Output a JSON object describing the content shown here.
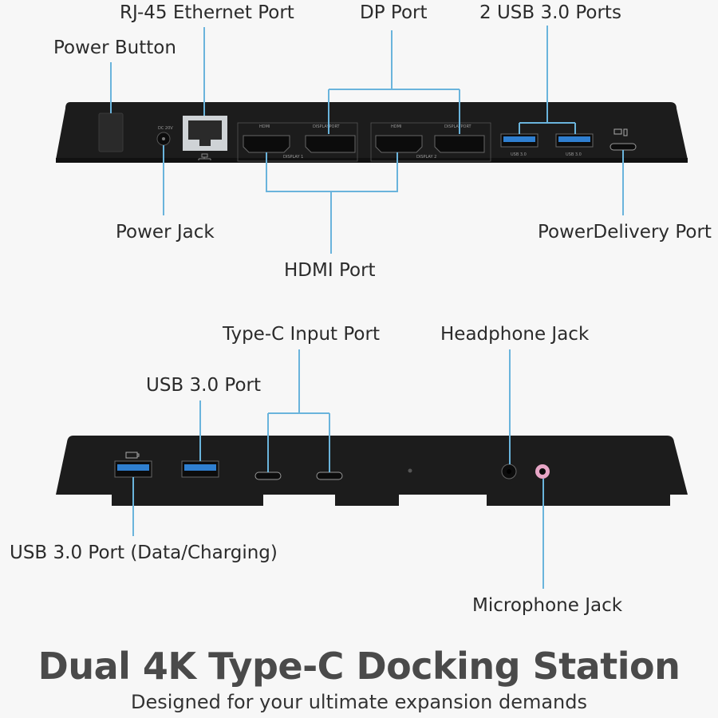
{
  "callouts": {
    "rj45": "RJ-45 Ethernet Port",
    "dp": "DP Port",
    "usb2": "2 USB 3.0 Ports",
    "power_button": "Power Button",
    "power_jack": "Power Jack",
    "power_delivery": "PowerDelivery Port",
    "hdmi": "HDMI Port",
    "type_c_input": "Type-C Input Port",
    "headphone": "Headphone Jack",
    "usb3_port": "USB 3.0 Port",
    "usb3_charging": "USB 3.0 Port (Data/Charging)",
    "microphone": "Microphone Jack"
  },
  "device_markings": {
    "hdmi": "HDMI",
    "displayport": "DISPLAYPORT",
    "display1": "DISPLAY 1",
    "display2": "DISPLAY 2",
    "usb30": "USB 3.0",
    "dc": "DC 20V"
  },
  "title": "Dual 4K Type-C Docking Station",
  "subtitle": "Designed for your ultimate expansion demands",
  "colors": {
    "callout_line": "#6ab4dc",
    "device_body": "#1c1c1c",
    "usb_blue": "#2f7fd0",
    "mic_pink": "#e7a6c6",
    "title": "#4a4a4a"
  }
}
